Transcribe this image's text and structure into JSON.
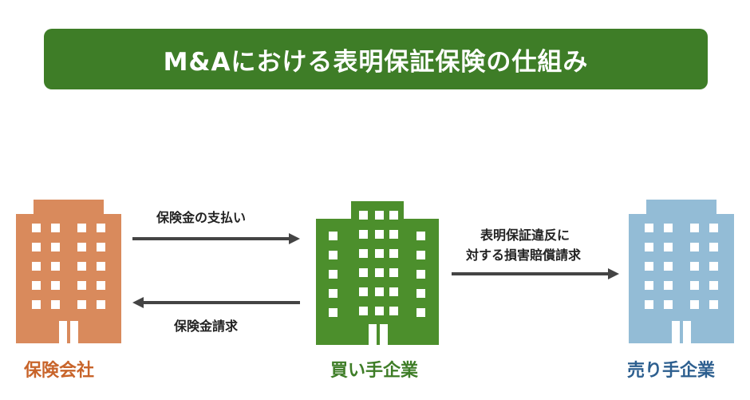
{
  "title": "M&Aにおける表明保証保険の仕組み",
  "colors": {
    "title_bg": "#3e7d27",
    "insurer": "#d98a5c",
    "insurer_text": "#c8642a",
    "buyer": "#4c8f2c",
    "buyer_text": "#3e7d27",
    "seller": "#93bcd6",
    "seller_text": "#2d5f8f",
    "arrow": "#444444",
    "window": "#ffffff"
  },
  "entities": {
    "insurer": {
      "label": "保険会社",
      "icon": "building-icon"
    },
    "buyer": {
      "label": "買い手企業",
      "icon": "building-icon"
    },
    "seller": {
      "label": "売り手企業",
      "icon": "building-icon"
    }
  },
  "flows": {
    "payout": {
      "label": "保険金の支払い"
    },
    "claim": {
      "label": "保険金請求"
    },
    "breach_line1": "表明保証違反に",
    "breach_line2": "対する損害賠償請求"
  }
}
